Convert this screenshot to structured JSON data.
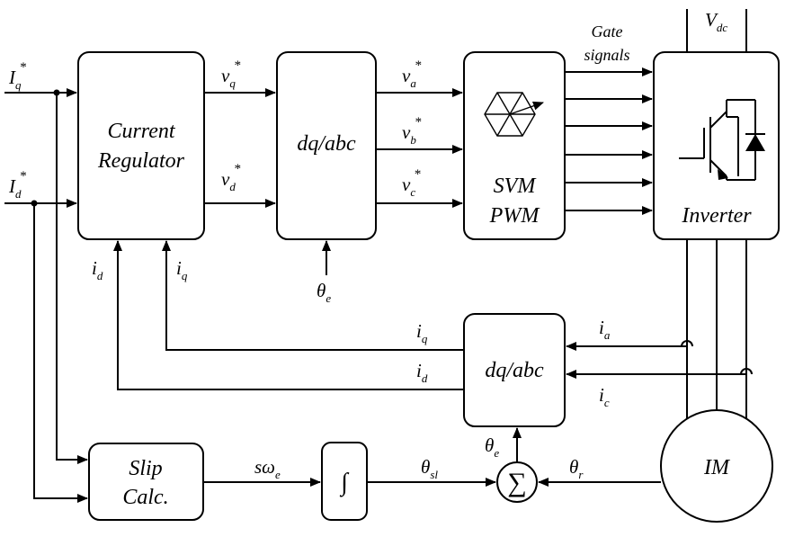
{
  "blocks": {
    "current_regulator": [
      "Current",
      "Regulator"
    ],
    "dq_abc_top": "dq/abc",
    "svm_pwm": [
      "SVM",
      "PWM"
    ],
    "inverter": "Inverter",
    "dq_abc_bottom": "dq/abc",
    "slip_calc": [
      "Slip",
      "Calc."
    ],
    "integrator": "∫",
    "summer": "∑",
    "motor": "IM"
  },
  "signals": {
    "iq_ref": {
      "main": "I",
      "sub": "q",
      "sup": "*"
    },
    "id_ref": {
      "main": "I",
      "sub": "d",
      "sup": "*"
    },
    "vq_ref": {
      "main": "v",
      "sub": "q",
      "sup": "*"
    },
    "vd_ref": {
      "main": "v",
      "sub": "d",
      "sup": "*"
    },
    "va_ref": {
      "main": "v",
      "sub": "a",
      "sup": "*"
    },
    "vb_ref": {
      "main": "v",
      "sub": "b",
      "sup": "*"
    },
    "vc_ref": {
      "main": "v",
      "sub": "c",
      "sup": "*"
    },
    "theta_e_top": {
      "main": "θ",
      "sub": "e"
    },
    "id_fb": {
      "main": "i",
      "sub": "d"
    },
    "iq_fb": {
      "main": "i",
      "sub": "q"
    },
    "iq_mid": {
      "main": "i",
      "sub": "q"
    },
    "id_mid": {
      "main": "i",
      "sub": "d"
    },
    "ia": {
      "main": "i",
      "sub": "a"
    },
    "ic": {
      "main": "i",
      "sub": "c"
    },
    "vdc": {
      "main": "V",
      "sub": "dc"
    },
    "gate_signals": [
      "Gate",
      "signals"
    ],
    "s_omega_e": {
      "main": "sω",
      "sub": "e"
    },
    "theta_sl": {
      "main": "θ",
      "sub": "sl"
    },
    "theta_e_bottom": {
      "main": "θ",
      "sub": "e"
    },
    "theta_r": {
      "main": "θ",
      "sub": "r"
    }
  }
}
